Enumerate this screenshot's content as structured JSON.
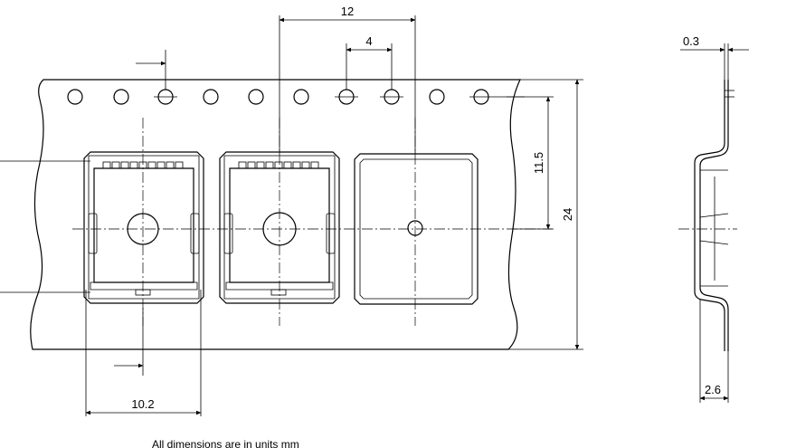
{
  "dimensions": {
    "pitch": "12",
    "hole_pitch": "4",
    "hole_to_center": "11.5",
    "tape_width": "24",
    "pocket_width": "10.2",
    "tape_thickness": "0.3",
    "pocket_depth": "2.6"
  },
  "note": "All dimensions are in units mm",
  "colors": {
    "line": "#000000",
    "background": "#ffffff"
  },
  "icons": [
    "arrow-right-icon",
    "arrow-down-icon"
  ]
}
